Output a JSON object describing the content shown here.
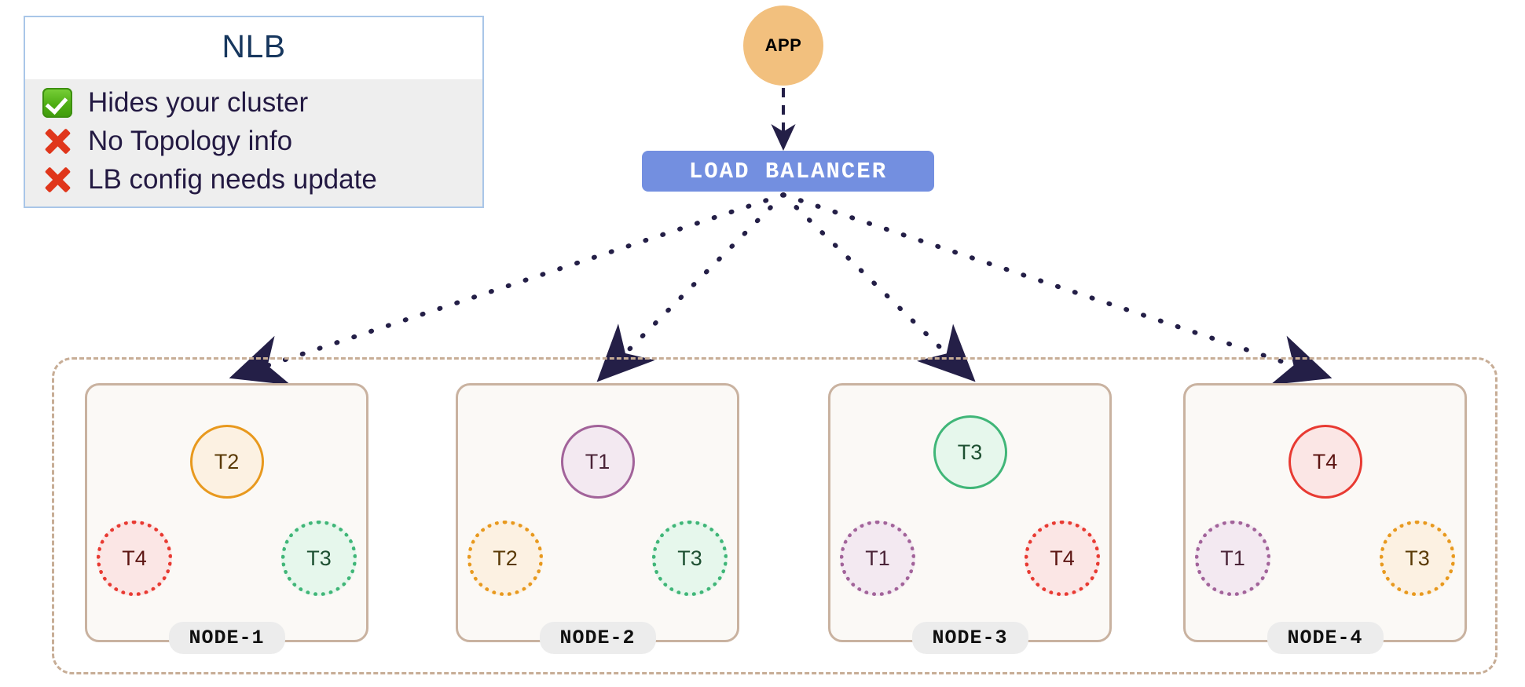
{
  "legend": {
    "title": "NLB",
    "items": [
      {
        "icon": "check-icon",
        "type": "check",
        "text": "Hides your cluster"
      },
      {
        "icon": "cross-icon",
        "type": "cross",
        "text": "No Topology info"
      },
      {
        "icon": "cross-icon",
        "type": "cross",
        "text": "LB config needs update"
      }
    ],
    "border_color": "#a9c6e8",
    "title_color": "#17375e",
    "body_bg": "#eeeeee",
    "text_color": "#231942",
    "check_color": "#4fae14",
    "cross_color": "#e0361b"
  },
  "app": {
    "label": "APP",
    "fill": "#f2c07e",
    "text_color": "#000000"
  },
  "load_balancer": {
    "label": "LOAD BALANCER",
    "fill": "#738fe0",
    "text_color": "#ffffff"
  },
  "cluster": {
    "border_color": "#c7ad96",
    "node_border": "#c9b2a0",
    "node_fill": "#fbf9f6",
    "badge_bg": "#ececec"
  },
  "arrows": {
    "color": "#241f47",
    "app_to_lb_style": "dashed",
    "lb_to_node_style": "dotted"
  },
  "task_colors": {
    "T1": {
      "stroke": "#a2639a",
      "fill": "#f3e9f1",
      "text": "#4a2438"
    },
    "T2": {
      "stroke": "#e8991e",
      "fill": "#fcf1e2",
      "text": "#5a3a06"
    },
    "T3": {
      "stroke": "#40b678",
      "fill": "#e6f7ec",
      "text": "#1d4f31"
    },
    "T4": {
      "stroke": "#e83a32",
      "fill": "#fbe6e5",
      "text": "#5c1512"
    },
    "T3_orange_variant": {
      "stroke": "#e8991e",
      "fill": "#fcf1e2",
      "text": "#5a3a06"
    }
  },
  "nodes": [
    {
      "name": "NODE-1",
      "primary": {
        "label": "T2",
        "color_key": "T2"
      },
      "replicas": [
        {
          "label": "T4",
          "color_key": "T4",
          "position": "bottom-left"
        },
        {
          "label": "T3",
          "color_key": "T3",
          "position": "bottom-right"
        }
      ]
    },
    {
      "name": "NODE-2",
      "primary": {
        "label": "T1",
        "color_key": "T1"
      },
      "replicas": [
        {
          "label": "T2",
          "color_key": "T2",
          "position": "bottom-left"
        },
        {
          "label": "T3",
          "color_key": "T3",
          "position": "bottom-right"
        }
      ]
    },
    {
      "name": "NODE-3",
      "primary": {
        "label": "T3",
        "color_key": "T3"
      },
      "replicas": [
        {
          "label": "T1",
          "color_key": "T1",
          "position": "bottom-left"
        },
        {
          "label": "T4",
          "color_key": "T4",
          "position": "bottom-right"
        }
      ]
    },
    {
      "name": "NODE-4",
      "primary": {
        "label": "T4",
        "color_key": "T4"
      },
      "replicas": [
        {
          "label": "T1",
          "color_key": "T1",
          "position": "bottom-left"
        },
        {
          "label": "T3",
          "color_key": "T3_orange_variant",
          "position": "bottom-right"
        }
      ]
    }
  ]
}
